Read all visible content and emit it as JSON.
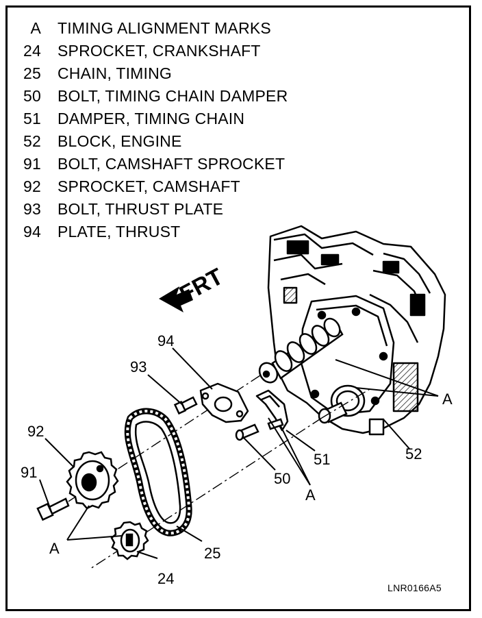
{
  "legend": [
    {
      "key": "A",
      "desc": "TIMING ALIGNMENT MARKS"
    },
    {
      "key": "24",
      "desc": "SPROCKET, CRANKSHAFT"
    },
    {
      "key": "25",
      "desc": "CHAIN, TIMING"
    },
    {
      "key": "50",
      "desc": "BOLT, TIMING CHAIN DAMPER"
    },
    {
      "key": "51",
      "desc": "DAMPER, TIMING CHAIN"
    },
    {
      "key": "52",
      "desc": "BLOCK, ENGINE"
    },
    {
      "key": "91",
      "desc": "BOLT, CAMSHAFT SPROCKET"
    },
    {
      "key": "92",
      "desc": "SPROCKET, CAMSHAFT"
    },
    {
      "key": "93",
      "desc": "BOLT, THRUST PLATE"
    },
    {
      "key": "94",
      "desc": "PLATE, THRUST"
    }
  ],
  "direction_label": "FRT",
  "callouts": {
    "c94": "94",
    "c93": "93",
    "c92": "92",
    "c91": "91",
    "cA_left": "A",
    "c24": "24",
    "c25": "25",
    "c50": "50",
    "cA_mid": "A",
    "c51": "51",
    "c52": "52",
    "cA_right": "A"
  },
  "figure_code": "LNR0166A5"
}
